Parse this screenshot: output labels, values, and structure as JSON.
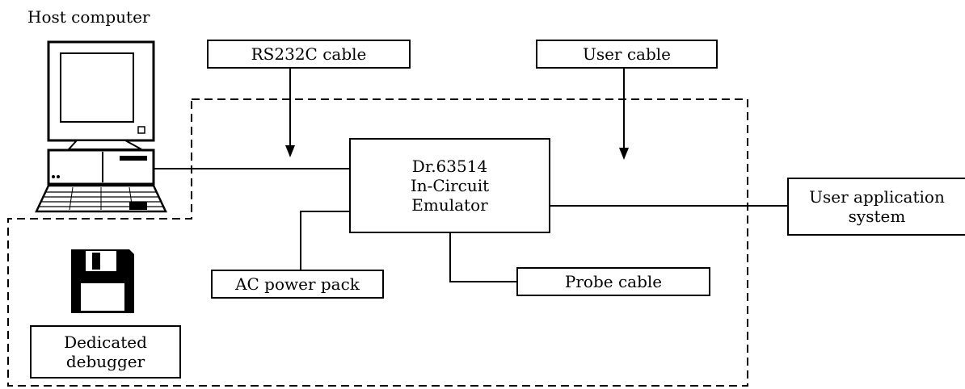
{
  "labels": {
    "host_computer": "Host computer",
    "rs232c_cable": "RS232C cable",
    "user_cable": "User cable",
    "emulator": "Dr.63514\nIn-Circuit\nEmulator",
    "user_application": "User application\nsystem",
    "ac_power_pack": "AC power pack",
    "probe_cable": "Probe cable",
    "dedicated_debugger": "Dedicated\ndebugger"
  }
}
